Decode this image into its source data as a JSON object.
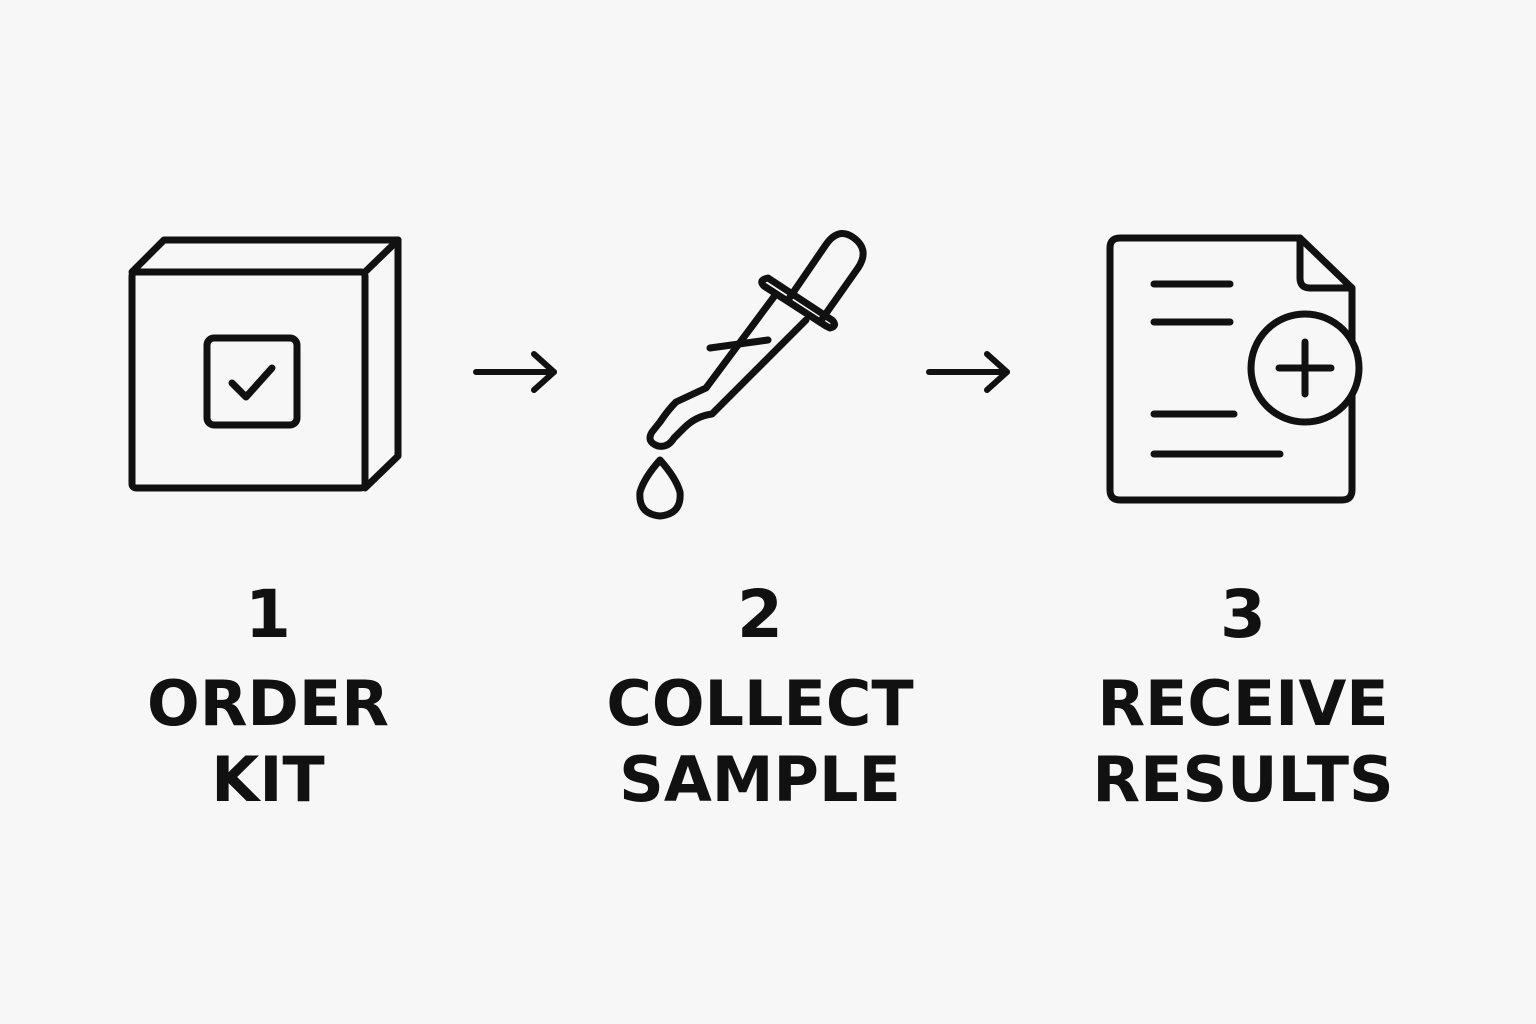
{
  "steps": [
    {
      "number": "1",
      "line1": "ORDER",
      "line2": "KIT",
      "icon": "kit-box-icon"
    },
    {
      "number": "2",
      "line1": "COLLECT",
      "line2": "SAMPLE",
      "icon": "dropper-icon"
    },
    {
      "number": "3",
      "line1": "RECEIVE",
      "line2": "RESULTS",
      "icon": "results-document-icon"
    }
  ],
  "connectors": [
    "arrow-right-icon",
    "arrow-right-icon"
  ],
  "colors": {
    "background": "#f7f7f7",
    "stroke": "#111111"
  }
}
